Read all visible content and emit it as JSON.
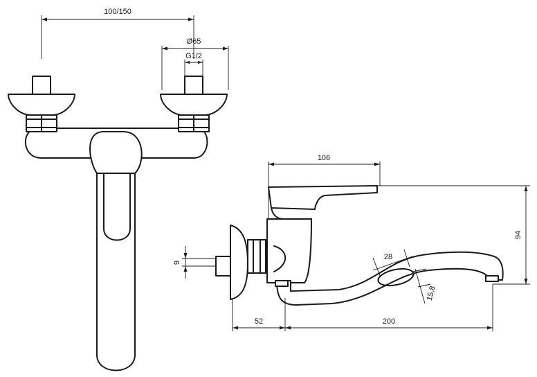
{
  "dimensions": {
    "spacing": "100/150",
    "flange_diameter": "Ø65",
    "thread": "G1/2",
    "body_length": "106",
    "total_height": "94",
    "connector": "9",
    "spout_width": "28",
    "spout_height": "15,8",
    "wall_offset": "52",
    "spout_reach": "200"
  }
}
